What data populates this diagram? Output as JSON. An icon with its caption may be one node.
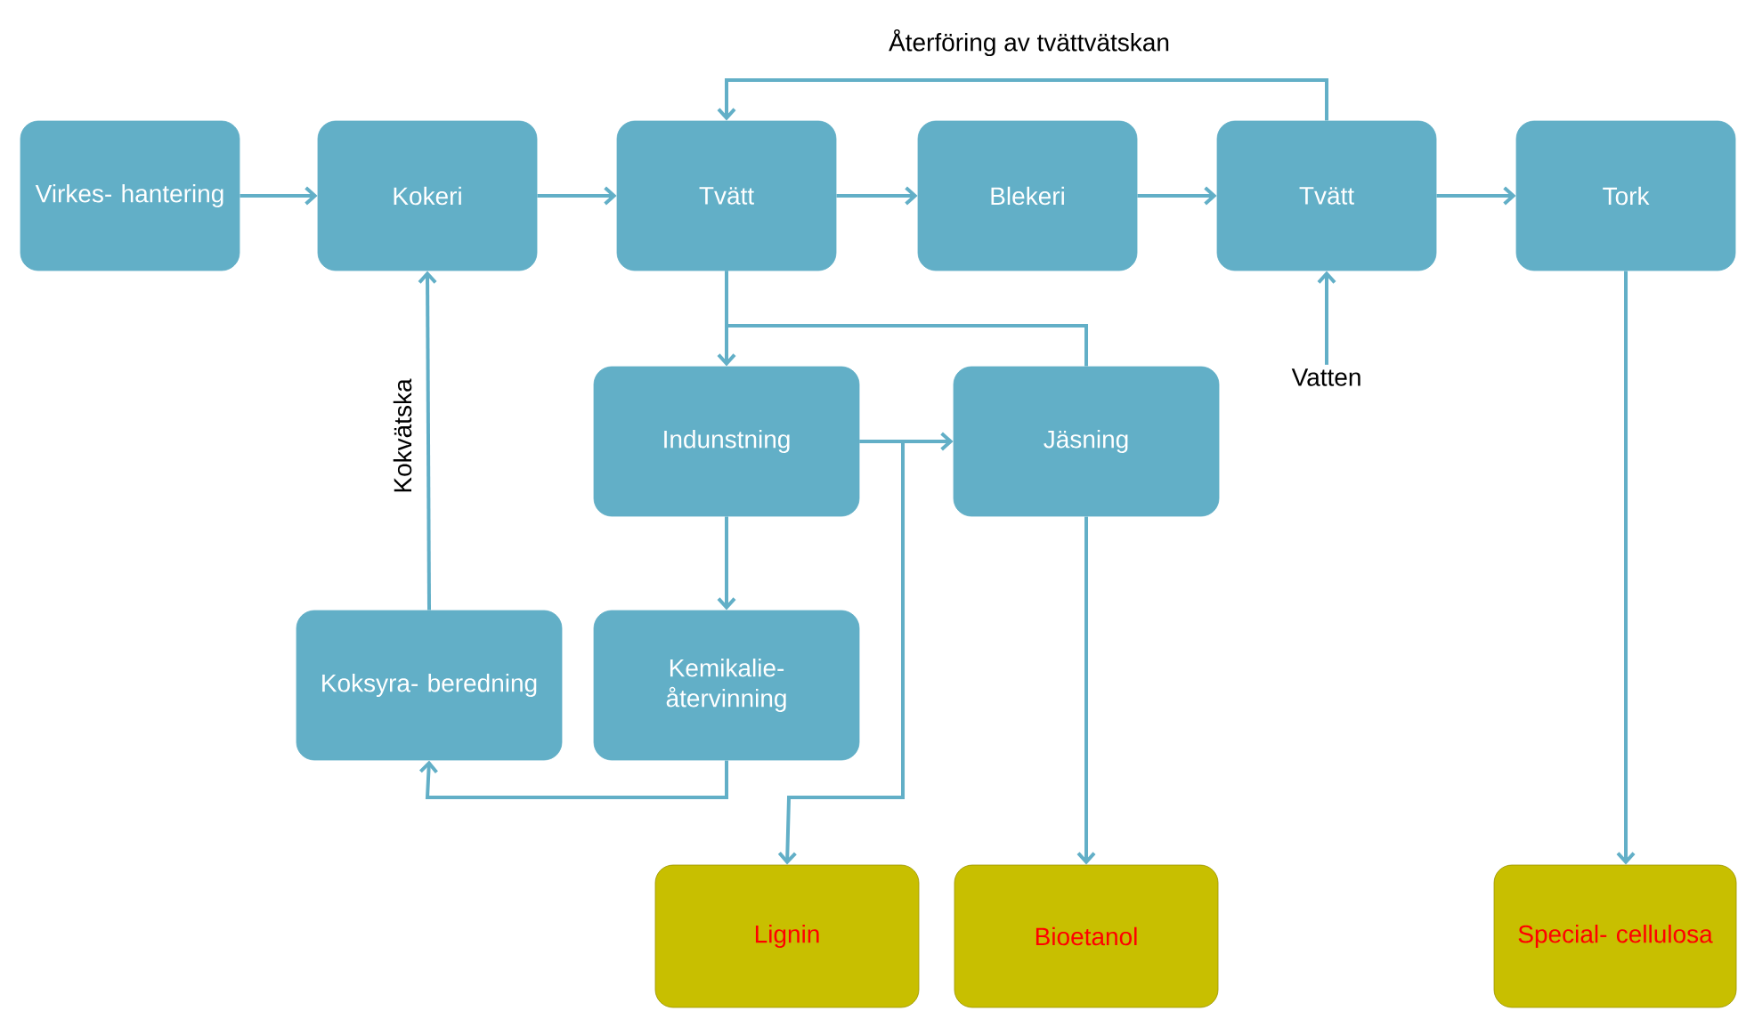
{
  "diagram": {
    "nodes": [
      {
        "text": [
          "Virkes- hantering"
        ]
      },
      {
        "text": [
          "Kokeri"
        ]
      },
      {
        "text": [
          "Tvätt"
        ]
      },
      {
        "text": [
          "Blekeri"
        ]
      },
      {
        "text": [
          "Tvätt"
        ]
      },
      {
        "text": [
          "Tork"
        ]
      },
      {
        "text": [
          "Indunstning"
        ]
      },
      {
        "text": [
          "Jäsning"
        ]
      },
      {
        "text": [
          "Koksyra- beredning"
        ]
      },
      {
        "text": [
          "Kemikalie- återvinning"
        ]
      },
      {
        "text": [
          "Lignin"
        ]
      },
      {
        "text": [
          "Bioetanol"
        ]
      },
      {
        "text": [
          "Special- cellulosa"
        ]
      },
      {
        "text": [
          "Vatten"
        ]
      }
    ],
    "edges": [
      {
        "from": 0,
        "to": 1,
        "arrow": "to"
      },
      {
        "from": 1,
        "to": 2,
        "arrow": "to"
      },
      {
        "from": 2,
        "to": 3,
        "arrow": "to"
      },
      {
        "from": 3,
        "to": 4,
        "arrow": "to"
      },
      {
        "from": 4,
        "to": 5,
        "arrow": "to"
      },
      {
        "from": 4,
        "to": 2,
        "arrow": "to",
        "label": "Återföring av tvättvätskan"
      },
      {
        "from": 13,
        "to": 4,
        "arrow": "to"
      },
      {
        "from": 2,
        "to": 6,
        "arrow": "to"
      },
      {
        "from": 2,
        "to": 7,
        "arrow": "none"
      },
      {
        "from": 6,
        "to": 7,
        "arrow": "to"
      },
      {
        "from": 6,
        "to": 10,
        "arrow": "to"
      },
      {
        "from": 6,
        "to": 9,
        "arrow": "to"
      },
      {
        "from": 9,
        "to": 8,
        "arrow": "to"
      },
      {
        "from": 8,
        "to": 1,
        "arrow": "to",
        "label": "Kokvätska"
      },
      {
        "from": 7,
        "to": 11,
        "arrow": "to"
      },
      {
        "from": 5,
        "to": 12,
        "arrow": "to"
      }
    ]
  }
}
